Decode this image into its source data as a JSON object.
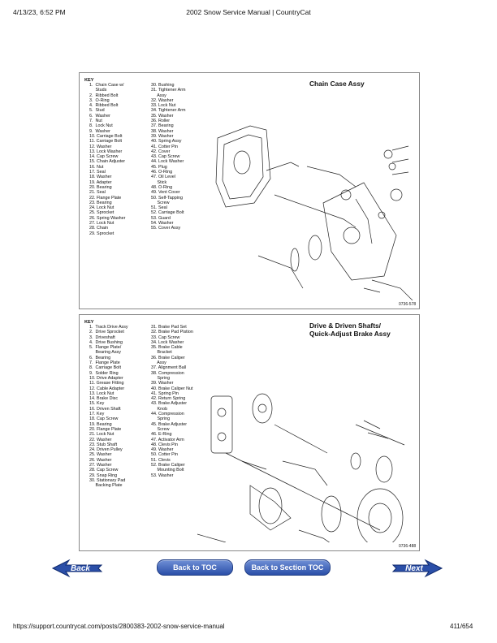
{
  "header": {
    "datetime": "4/13/23, 6:52 PM",
    "title": "2002 Snow Service Manual | CountryCat"
  },
  "footer": {
    "url": "https://support.countrycat.com/posts/2800383-2002-snow-service-manual",
    "page": "411/654"
  },
  "panel1": {
    "key_label": "KEY",
    "title": "Chain Case Assy",
    "figure_id": "0736-578",
    "col1": [
      "1.  Chain Case w/\n     Studs",
      "2.  Ribbed Bolt",
      "3.  O-Ring",
      "4.  Ribbed Bolt",
      "5.  Stud",
      "6.  Washer",
      "7.  Nut",
      "8.  Lock Nut",
      "9.  Washer",
      "10. Carriage Bolt",
      "11. Carriage Bolt",
      "12. Washer",
      "13. Lock Washer",
      "14. Cap Screw",
      "15. Chain Adjuster",
      "16. Nut",
      "17. Seal",
      "18. Washer",
      "19. Adapter",
      "20. Bearing",
      "21. Seal",
      "22. Flange Plate",
      "23. Bearing",
      "24. Lock Nut",
      "25. Sprocket",
      "26. Spring Washer",
      "27. Lock Nut",
      "28. Chain",
      "29. Sprocket"
    ],
    "col2": [
      "30. Bushing",
      "31. Tightener Arm\n     Assy",
      "32. Washer",
      "33. Lock Nut",
      "34. Tightener Arm",
      "35. Washer",
      "36. Roller",
      "37. Bearing",
      "38. Washer",
      "39. Washer",
      "40. Spring Assy",
      "41. Cotter Pin",
      "42. Cover",
      "43. Cap Screw",
      "44. Lock Washer",
      "45. Plug",
      "46. O-Ring",
      "47. Oil Level\n     Stick",
      "48. O-Ring",
      "49. Vent Cover",
      "50. Self-Tapping\n     Screw",
      "51. Seal",
      "52. Carriage Bolt",
      "53. Guard",
      "54. Washer",
      "55. Cover Assy"
    ]
  },
  "panel2": {
    "key_label": "KEY",
    "title_line1": "Drive & Driven Shafts/",
    "title_line2": "Quick-Adjust Brake Assy",
    "figure_id": "0736-488",
    "col1": [
      "1.  Track Drive Assy",
      "2.  Drive Sprocket",
      "3.  Driveshaft",
      "4.  Drive Bushing",
      "5.  Flange Plate/\n     Bearing Assy",
      "6.  Bearing",
      "7.  Flange Plate",
      "8.  Carriage Bolt",
      "9.  Solder Ring",
      "10. Drive Adapter",
      "11. Grease Fitting",
      "12. Cable Adapter",
      "13. Lock Nut",
      "14. Brake Disc",
      "15. Key",
      "16. Driven Shaft",
      "17. Key",
      "18. Cap Screw",
      "19. Bearing",
      "20. Flange Plate",
      "21. Lock Nut",
      "22. Washer",
      "23. Stub Shaft",
      "24. Driven Pulley",
      "25. Washer",
      "26. Washer",
      "27. Washer",
      "28. Cap Screw",
      "29. Snap Ring",
      "30. Stationary Pad\n     Backing Plate"
    ],
    "col2": [
      "31. Brake Pad Set",
      "32. Brake Pad Pistion",
      "33. Cap Screw",
      "34. Lock Washer",
      "35. Brake Cable\n     Bracket",
      "36. Brake Caliper\n     Assy",
      "37. Alignment Ball",
      "38. Compression\n     Spring",
      "39. Washer",
      "40. Brake Caliper Nut",
      "41. Spring Pin",
      "42. Return Spring",
      "43. Brake Adjuster\n     Knob",
      "44. Compression\n     Spring",
      "45. Brake Adjuster\n     Screw",
      "46. E-Ring",
      "47. Activator Arm",
      "48. Clevis Pin",
      "49. Washer",
      "50. Cotter Pin",
      "51. Clevis",
      "52. Brake Caliper\n     Mounting Bolt",
      "53. Washer"
    ]
  },
  "nav": {
    "back": "Back",
    "back_to_toc": "Back to TOC",
    "back_to_section_toc": "Back to Section TOC",
    "next": "Next"
  }
}
